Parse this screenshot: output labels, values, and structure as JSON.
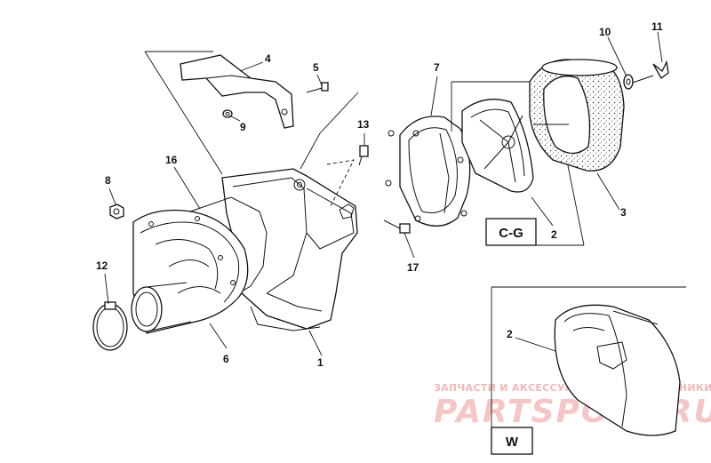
{
  "callouts": {
    "c1": "1",
    "c2_top": "2",
    "c2_box": "2",
    "c3": "3",
    "c4": "4",
    "c5": "5",
    "c6": "6",
    "c7": "7",
    "c8": "8",
    "c9": "9",
    "c10": "10",
    "c11": "11",
    "c12": "12",
    "c13": "13",
    "c16": "16",
    "c17": "17"
  },
  "boxes": {
    "cg": "C-G",
    "w": "W"
  },
  "watermark": {
    "line1": "ЗАПЧАСТИ И АКСЕССУАРЫ ДЛЯ МОТОТЕХНИКИ",
    "line2": "PARTSPORT.RU"
  },
  "colors": {
    "line": "#111111",
    "watermark": "#f5c6c6",
    "texture": "#333333"
  }
}
